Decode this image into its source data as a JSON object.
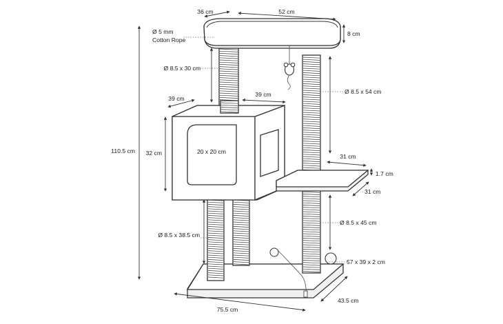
{
  "labels": {
    "top_depth": "36 cm",
    "top_width": "52 cm",
    "top_height": "8 cm",
    "rope_diameter": "Ø 5 mm",
    "rope_material": "Cotton Rope",
    "upper_left_post": "Ø 8.5 x 30 cm",
    "right_long_post": "Ø 8.5 x 54 cm",
    "condo_depth": "39 cm",
    "condo_width": "39 cm",
    "condo_height": "32 cm",
    "condo_opening": "20 x 20 cm",
    "total_height": "110.5 cm",
    "platform_width": "31 cm",
    "platform_thickness": "1.7 cm",
    "platform_depth": "31 cm",
    "right_lower_post": "Ø 8.5 x 45 cm",
    "lower_left_post": "Ø 8.5 x 38.5 cm",
    "base_size": "57 x 39 x 2 cm",
    "base_width": "75.5 cm",
    "base_depth": "43.5 cm"
  },
  "colors": {
    "line": "#333333",
    "panel_fill": "#f1f1f1",
    "background": "#ffffff"
  }
}
